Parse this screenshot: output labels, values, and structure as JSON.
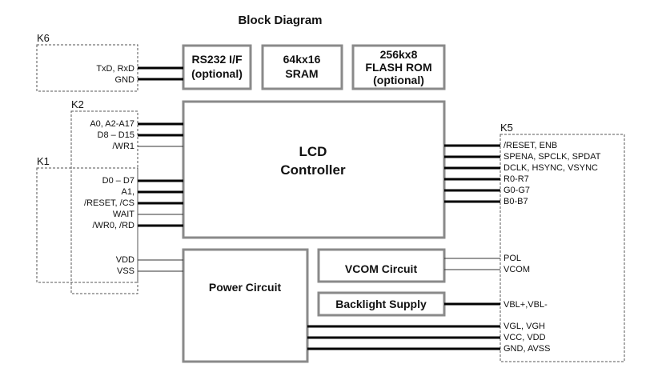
{
  "title": "Block Diagram",
  "connectors": {
    "k6": "K6",
    "k2": "K2",
    "k1": "K1",
    "k5": "K5"
  },
  "boxes": {
    "rs232_line1": "RS232 I/F",
    "rs232_line2": "(optional)",
    "sram_line1": "64kx16",
    "sram_line2": "SRAM",
    "flash_line1": "256kx8",
    "flash_line2": "FLASH ROM",
    "flash_line3": "(optional)",
    "lcd_line1": "LCD",
    "lcd_line2": "Controller",
    "power": "Power Circuit",
    "vcom": "VCOM Circuit",
    "backlight": "Backlight Supply"
  },
  "k6_pins": [
    "TxD, RxD",
    "GND"
  ],
  "k2_pins": [
    "A0, A2-A17",
    "D8 – D15",
    "/WR1"
  ],
  "k1_pins": [
    "D0 – D7",
    "A1,",
    "/RESET, /CS",
    "WAIT",
    "/WR0, /RD"
  ],
  "k1_power_pins": [
    "VDD",
    "VSS"
  ],
  "k5_pins": [
    "/RESET, ENB",
    "SPENA, SPCLK, SPDAT",
    "DCLK, HSYNC, VSYNC",
    "R0-R7",
    "G0-G7",
    "B0-B7",
    "POL",
    "VCOM",
    "VBL+,VBL-",
    "VGL, VGH",
    "VCC, VDD",
    "GND, AVSS"
  ]
}
